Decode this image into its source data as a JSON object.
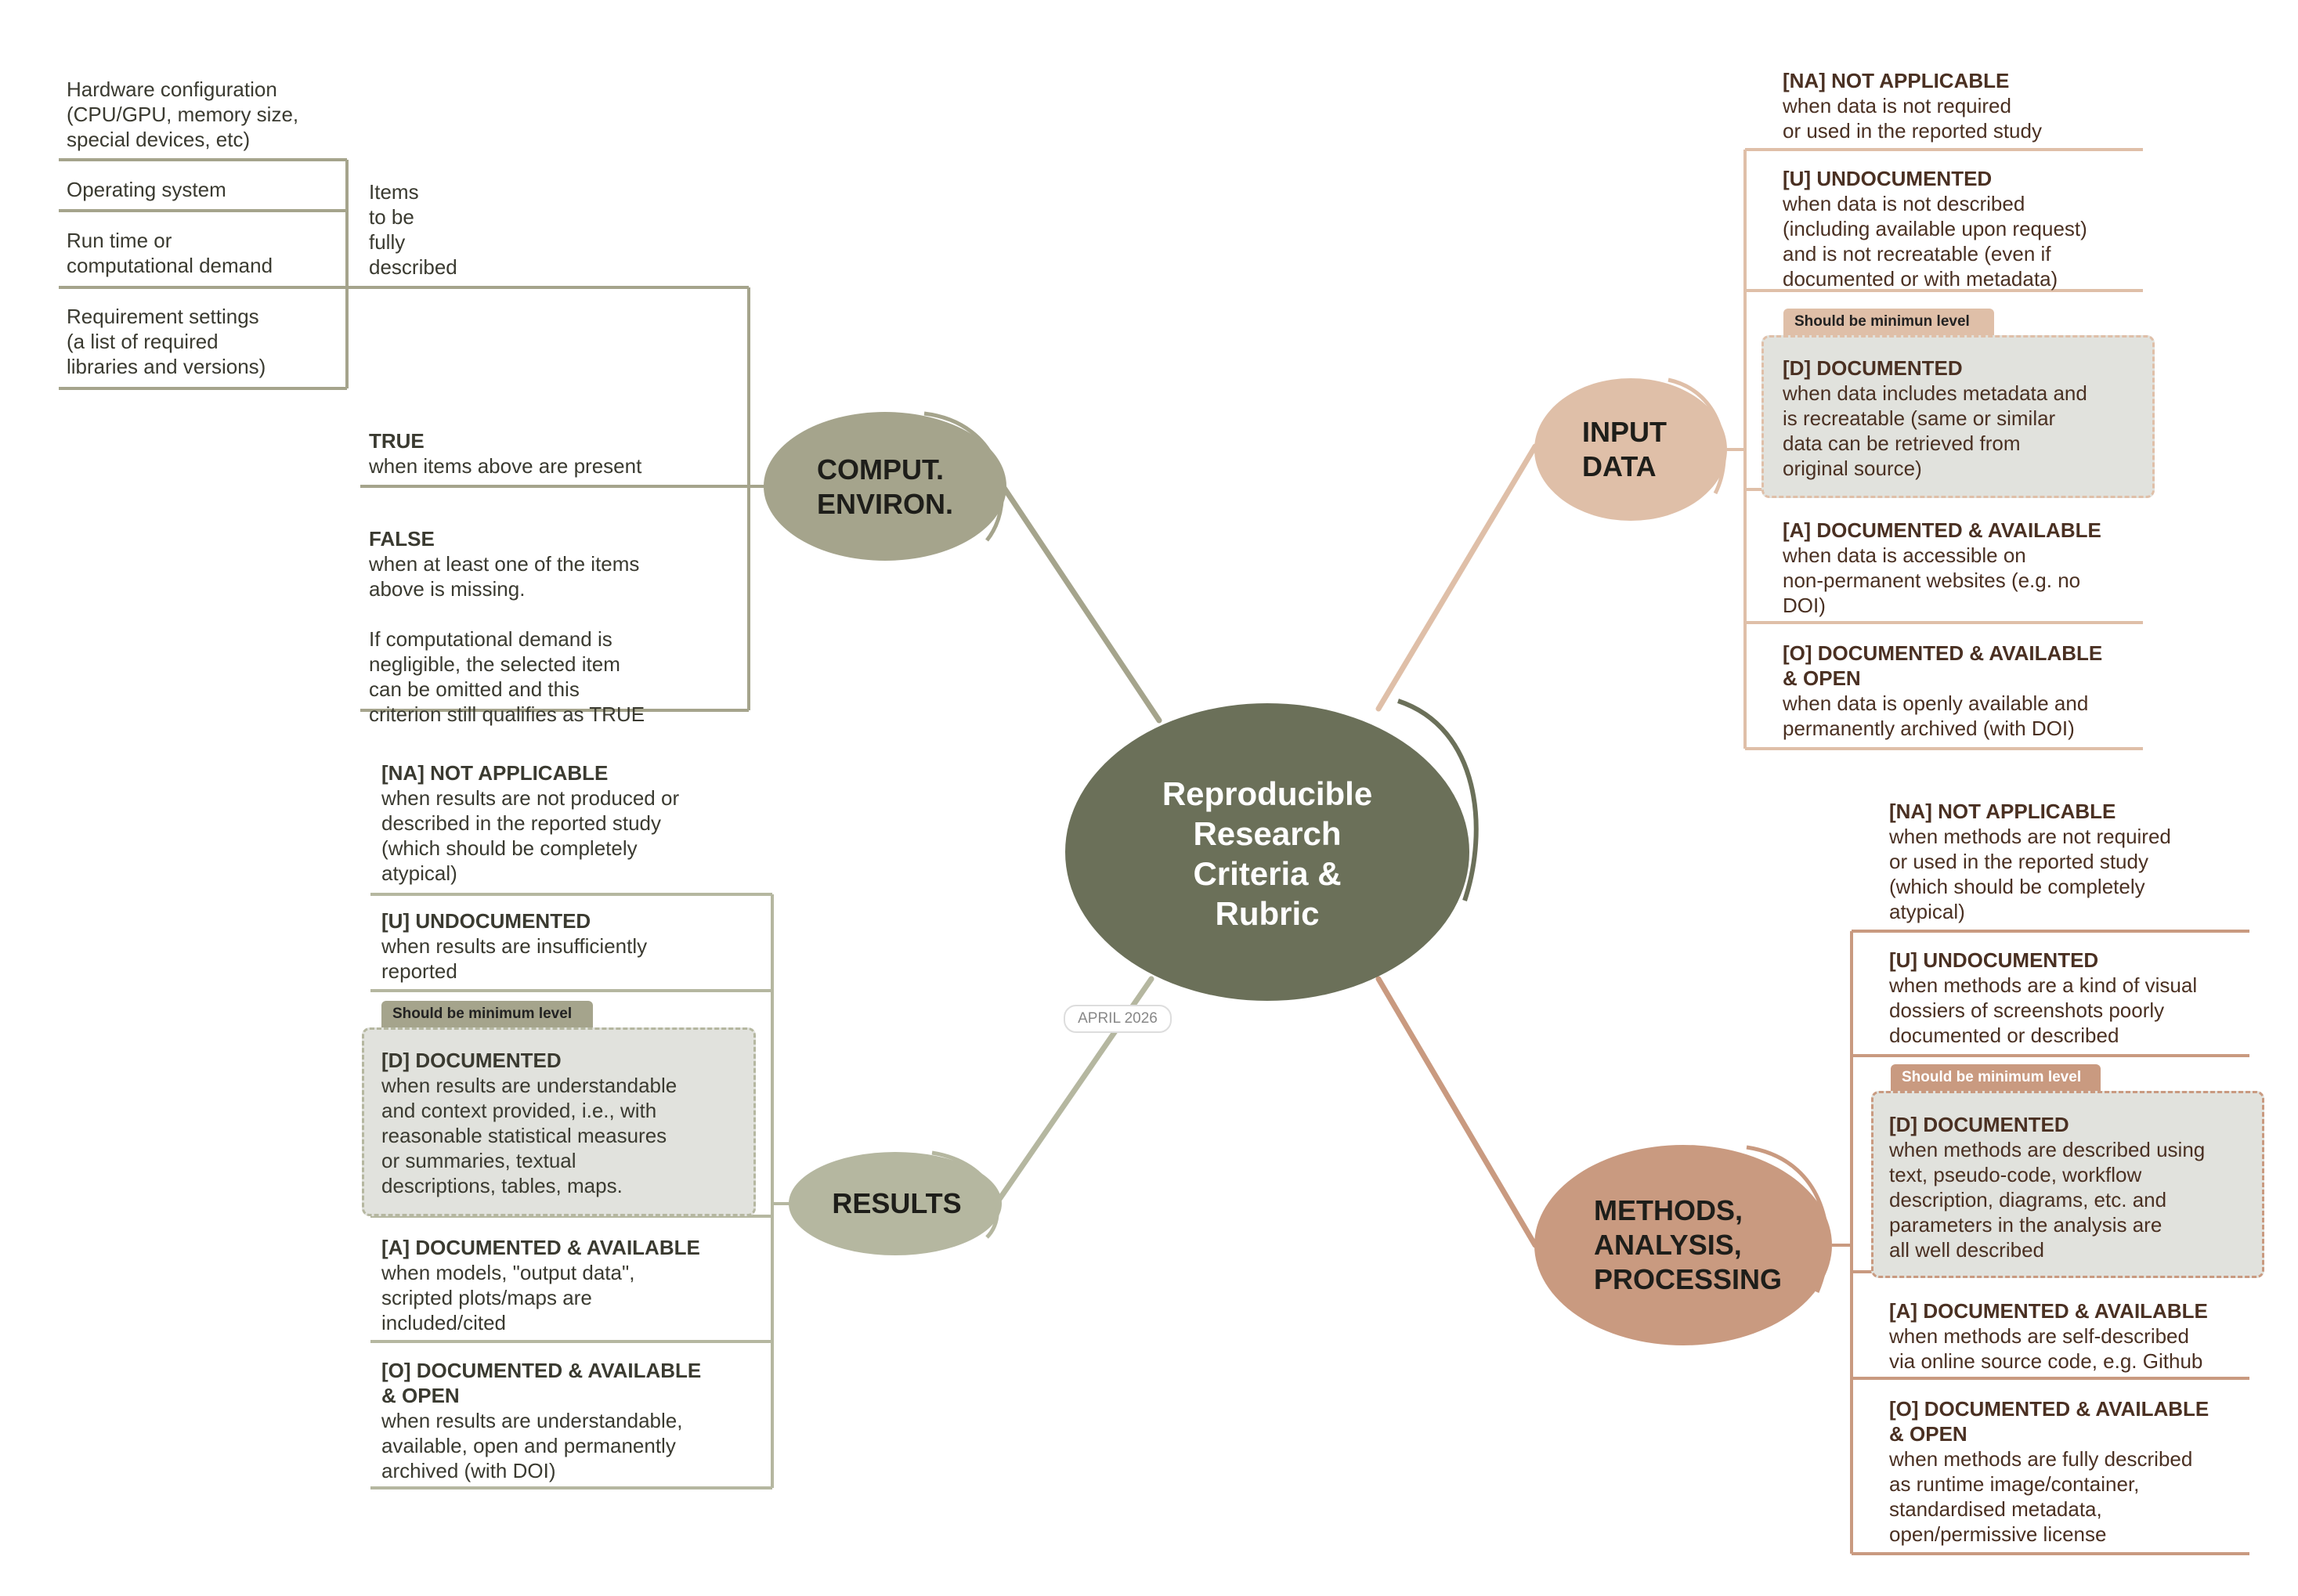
{
  "center": {
    "title": "Reproducible\nResearch\nCriteria &\nRubric"
  },
  "date_label": "APRIL 2026",
  "colors": {
    "center": "#6b7059",
    "comput": "#a5a48c",
    "input": "#dfbfa8",
    "results": "#b5b7a0",
    "methods": "#c99a80"
  },
  "comput": {
    "title": "COMPUT.\nENVIRON.",
    "items": [
      "Hardware configuration\n(CPU/GPU, memory size,\nspecial devices, etc)",
      "Operating system",
      "Run time or\ncomputational demand",
      "Requirement settings\n (a list of required\nlibraries and versions)"
    ],
    "items_label": "Items\nto be\nfully\ndescribed",
    "true_title": "TRUE",
    "true_text": "when items above are present",
    "false_title": "FALSE",
    "false_text": "when at least one of the items\nabove is missing.\n\nIf computational demand is\nnegligible, the selected item\ncan be omitted and this\ncriterion still qualifies as TRUE"
  },
  "input": {
    "title": "INPUT\nDATA",
    "badge": "Should be minimun level",
    "levels": [
      {
        "title": "[NA] NOT APPLICABLE",
        "text": "when data is not required\nor used in the reported study"
      },
      {
        "title": "[U] UNDOCUMENTED",
        "text": "when data is not described\n(including available upon request)\nand is not recreatable (even if\ndocumented or with metadata)"
      },
      {
        "title": "[D] DOCUMENTED",
        "text": "when data includes metadata and\nis recreatable (same or similar\ndata can be retrieved from\noriginal source)"
      },
      {
        "title": "[A] DOCUMENTED & AVAILABLE",
        "text": "when data is accessible on\nnon-permanent websites (e.g. no\nDOI)"
      },
      {
        "title": "[O] DOCUMENTED & AVAILABLE\n& OPEN",
        "text": "when data is openly available and\npermanently archived (with DOI)"
      }
    ]
  },
  "results": {
    "title": "RESULTS",
    "badge": "Should be minimum level",
    "levels": [
      {
        "title": "[NA] NOT APPLICABLE",
        "text": "when results are not produced or\ndescribed  in the reported study\n(which should be completely\natypical)"
      },
      {
        "title": "[U] UNDOCUMENTED",
        "text": "when results are insufficiently\nreported"
      },
      {
        "title": "[D] DOCUMENTED",
        "text": "when results are understandable\nand context provided, i.e., with\nreasonable statistical measures\nor summaries, textual\ndescriptions, tables, maps."
      },
      {
        "title": "[A] DOCUMENTED & AVAILABLE",
        "text": "when models, \"output data\",\nscripted plots/maps are\nincluded/cited"
      },
      {
        "title": "[O] DOCUMENTED & AVAILABLE\n& OPEN",
        "text": "when results are understandable,\navailable, open and permanently\narchived (with DOI)"
      }
    ]
  },
  "methods": {
    "title": "METHODS,\nANALYSIS,\nPROCESSING",
    "badge": "Should be minimum level",
    "levels": [
      {
        "title": "[NA] NOT APPLICABLE",
        "text": "when methods are not required\nor used in the reported study\n(which should be completely\natypical)"
      },
      {
        "title": "[U] UNDOCUMENTED",
        "text": "when methods are a kind of visual\ndossiers of screenshots poorly\ndocumented or described"
      },
      {
        "title": "[D] DOCUMENTED",
        "text": "when methods are described using\ntext, pseudo-code, workflow\ndescription, diagrams, etc. and\nparameters in the analysis are\nall well described"
      },
      {
        "title": "[A] DOCUMENTED & AVAILABLE",
        "text": "when methods are self-described\nvia online source code, e.g. Github"
      },
      {
        "title": "[O] DOCUMENTED & AVAILABLE\n& OPEN",
        "text": "when methods are fully described\nas runtime image/container,\nstandardised metadata,\nopen/permissive license"
      }
    ]
  }
}
